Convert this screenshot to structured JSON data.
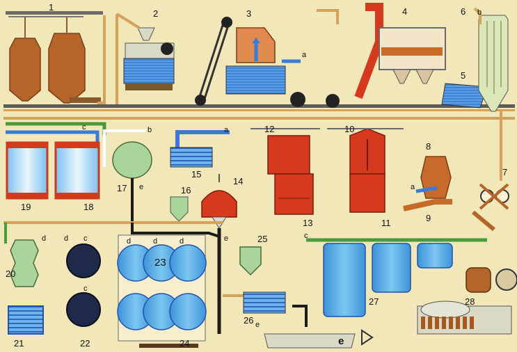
{
  "labels": {
    "n1": "1",
    "n2": "2",
    "n3": "3",
    "n4": "4",
    "n5": "5",
    "n6": "6",
    "n7": "7",
    "n8": "8",
    "n9": "9",
    "n10": "10",
    "n11": "11",
    "n12": "12",
    "n13": "13",
    "n14": "14",
    "n15": "15",
    "n16": "16",
    "n17": "17",
    "n18": "18",
    "n19": "19",
    "n20": "20",
    "n21": "21",
    "n22": "22",
    "n23": "23",
    "n24": "24",
    "n25": "25",
    "n26": "26",
    "n27": "27",
    "n28": "28"
  },
  "letters": {
    "a1": "a",
    "a2": "a",
    "a3": "a",
    "b1": "b",
    "b2": "b",
    "c1": "c",
    "c2": "c",
    "c3": "c",
    "c4": "c",
    "d1": "d",
    "d2": "d",
    "d3": "d",
    "d4": "d",
    "d5": "d",
    "e1": "e",
    "e2": "e",
    "e3": "e",
    "e4": "e"
  },
  "colors": {
    "background": "#f1e7b8",
    "beer_pipe": "#d4a25a",
    "green_pipe": "#4a9a3a",
    "blue_pipe": "#3a7ad8",
    "black_pipe": "#1b1b1b",
    "red_vessel": "#d63a1e",
    "blue_tank": "#4aa7e0",
    "dark_tank": "#1f2a4a",
    "green_vessel": "#a9d49a",
    "grain": "#b5652a"
  }
}
